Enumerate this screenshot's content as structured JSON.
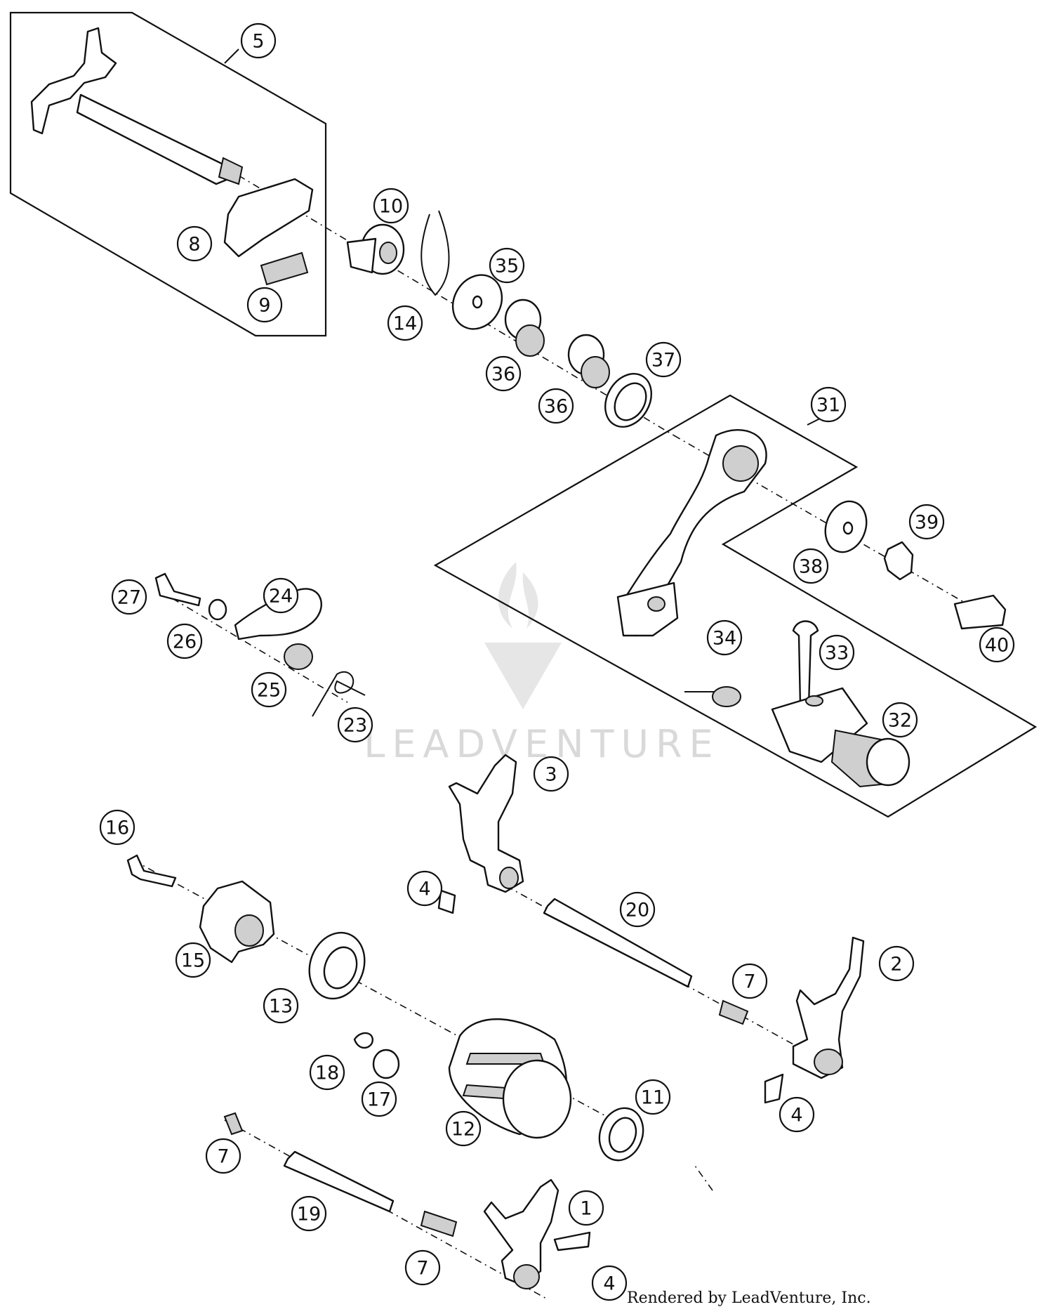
{
  "diagram": {
    "callouts": [
      "5",
      "8",
      "9",
      "10",
      "14",
      "35",
      "36",
      "36",
      "37",
      "31",
      "38",
      "39",
      "40",
      "27",
      "24",
      "26",
      "25",
      "23",
      "34",
      "33",
      "32",
      "3",
      "4",
      "20",
      "2",
      "7",
      "4",
      "16",
      "15",
      "13",
      "18",
      "17",
      "12",
      "11",
      "7",
      "19",
      "1",
      "7",
      "4"
    ],
    "watermark": "LEADVENTURE",
    "credit": "Rendered by LeadVenture, Inc."
  },
  "colors": {
    "ink": "#111111",
    "watermark": "#d9d9d9",
    "shade": "#cfcfcf"
  },
  "icons": {
    "watermark_logo": "flame-v-logo-icon"
  }
}
